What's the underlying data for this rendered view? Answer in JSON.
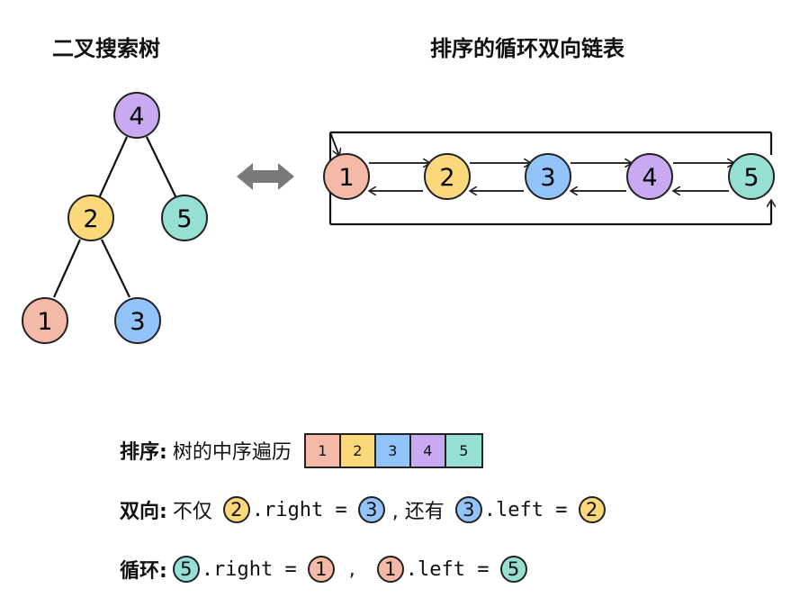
{
  "titles": {
    "bst": "二叉搜索树",
    "list": "排序的循环双向链表"
  },
  "nodes": {
    "n1": {
      "label": "1",
      "color": "#f4b9a7"
    },
    "n2": {
      "label": "2",
      "color": "#fbd97a"
    },
    "n3": {
      "label": "3",
      "color": "#93c3fb"
    },
    "n4": {
      "label": "4",
      "color": "#c9aaf2"
    },
    "n5": {
      "label": "5",
      "color": "#96e0d3"
    }
  },
  "bidirectional_arrow_color": "#7a7a7a",
  "explain": {
    "sort": {
      "label": "排序:",
      "text": "树的中序遍历",
      "cells": [
        "1",
        "2",
        "3",
        "4",
        "5"
      ]
    },
    "bidir": {
      "label": "双向:",
      "text1": "不仅",
      "code1": ".right =",
      "sep": ", 还有",
      "code2": ".left ="
    },
    "cycle": {
      "label": "循环:",
      "code1": ".right =",
      "sep": ",",
      "code2": ".left ="
    }
  }
}
